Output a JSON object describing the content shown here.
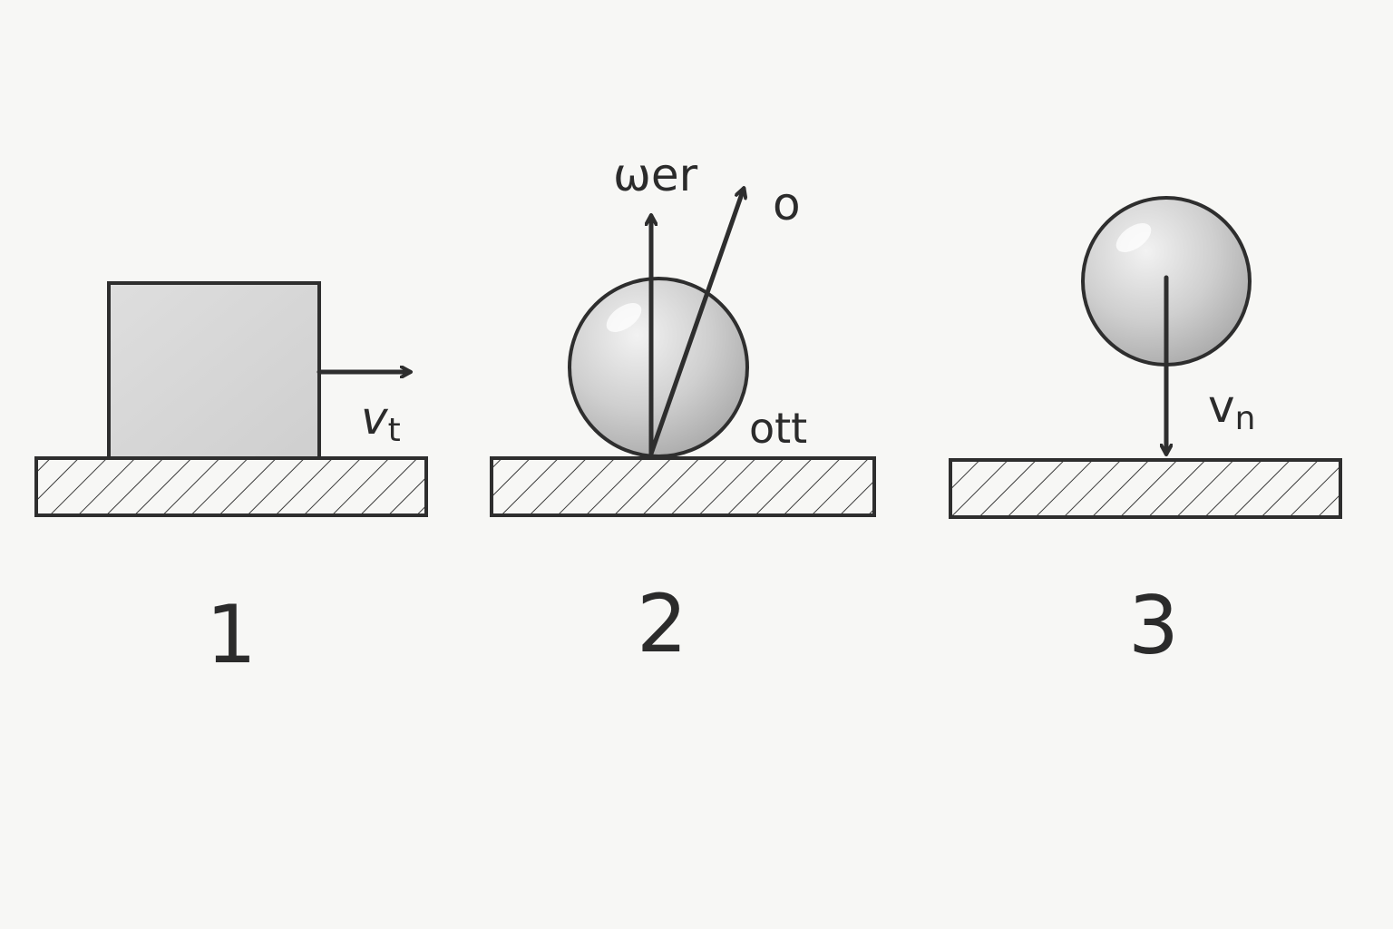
{
  "panels": [
    {
      "number": "1",
      "object": "block",
      "labels": {
        "velocity": "v",
        "velocity_sub": "t"
      }
    },
    {
      "number": "2",
      "object": "ball",
      "labels": {
        "vertical_arrow": "ωer",
        "angled_arrow": "o",
        "contact": "ott"
      }
    },
    {
      "number": "3",
      "object": "ball",
      "labels": {
        "velocity": "v",
        "velocity_sub": "n"
      }
    }
  ],
  "colors": {
    "ink": "#2e2e2e",
    "paper": "#f7f7f5",
    "object_fill": "#d9d9d9"
  }
}
